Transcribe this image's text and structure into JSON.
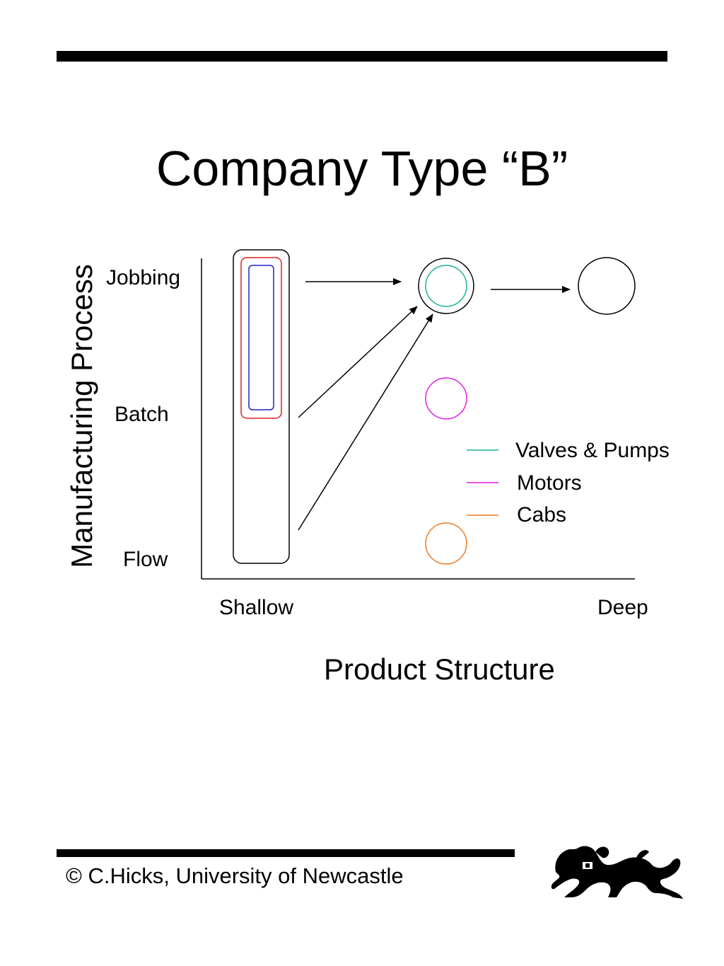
{
  "title": "Company Type “B”",
  "axes": {
    "y_label": "Manufacturing Process",
    "x_label": "Product Structure",
    "y_ticks": {
      "jobbing": "Jobbing",
      "batch": "Batch",
      "flow": "Flow"
    },
    "x_ticks": {
      "shallow": "Shallow",
      "deep": "Deep"
    }
  },
  "legend": {
    "items": [
      {
        "label": "Valves & Pumps",
        "color": "#19b394"
      },
      {
        "label": "Motors",
        "color": "#e11ee1"
      },
      {
        "label": "Cabs",
        "color": "#ee7a22"
      }
    ]
  },
  "colors": {
    "red_box": "#e02020",
    "blue_box": "#2020c8"
  },
  "footer": {
    "copyright": "© C.Hicks, University of Newcastle"
  },
  "logo": {
    "name": "lion-crest-icon"
  }
}
